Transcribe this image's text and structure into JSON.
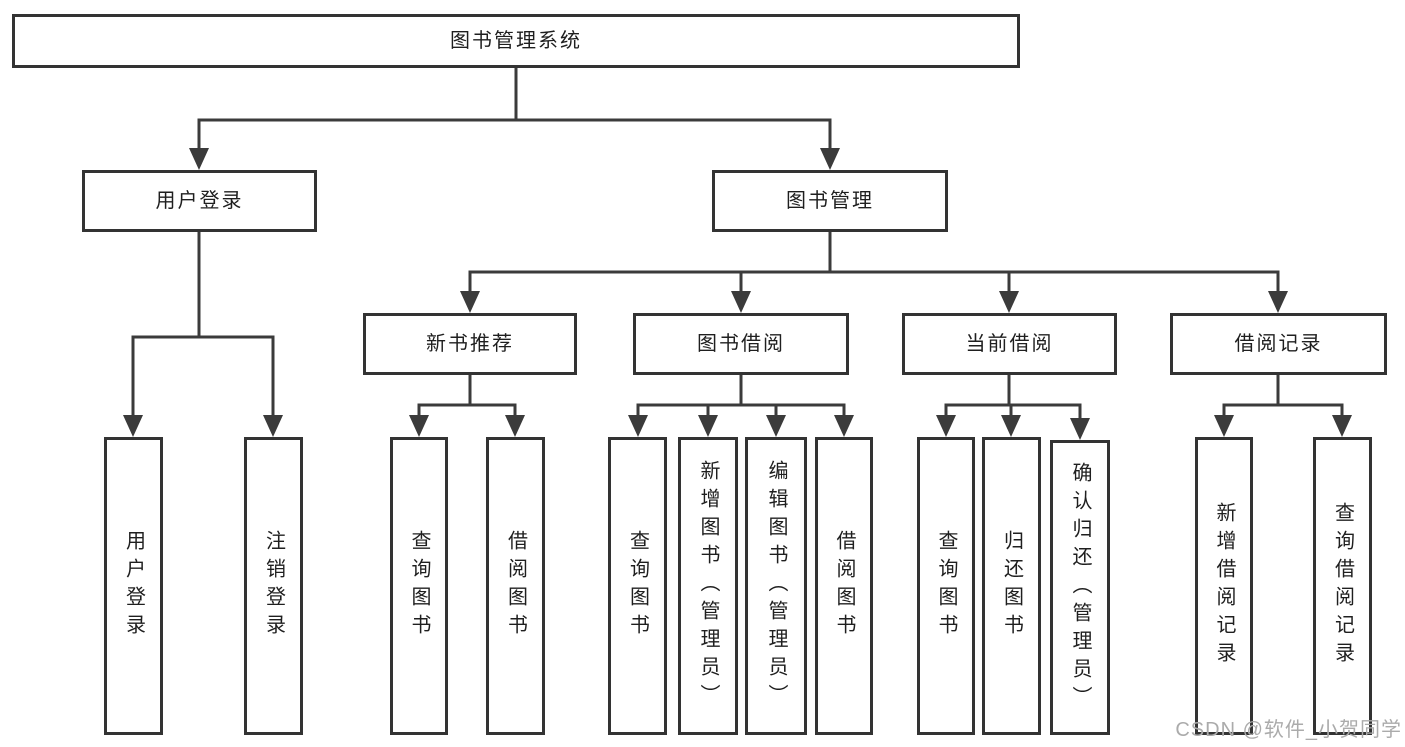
{
  "diagram_title": "图书管理系统",
  "tree": {
    "label": "图书管理系统",
    "children": [
      {
        "label": "用户登录",
        "children": [
          {
            "label": "用户登录"
          },
          {
            "label": "注销登录"
          }
        ]
      },
      {
        "label": "图书管理",
        "children": [
          {
            "label": "新书推荐",
            "children": [
              {
                "label": "查询图书"
              },
              {
                "label": "借阅图书"
              }
            ]
          },
          {
            "label": "图书借阅",
            "children": [
              {
                "label": "查询图书"
              },
              {
                "label": "新增图书（管理员）"
              },
              {
                "label": "编辑图书（管理员）"
              },
              {
                "label": "借阅图书"
              }
            ]
          },
          {
            "label": "当前借阅",
            "children": [
              {
                "label": "查询图书"
              },
              {
                "label": "归还图书"
              },
              {
                "label": "确认归还（管理员）"
              }
            ]
          },
          {
            "label": "借阅记录",
            "children": [
              {
                "label": "新增借阅记录"
              },
              {
                "label": "查询借阅记录"
              }
            ]
          }
        ]
      }
    ]
  },
  "watermark": {
    "text": "CSDN @软件_小贺同学"
  },
  "colors": {
    "line": "#3b3b3b",
    "border": "#333333",
    "text": "#1f1f1f",
    "watermark": "#ababab",
    "background": "#ffffff"
  }
}
